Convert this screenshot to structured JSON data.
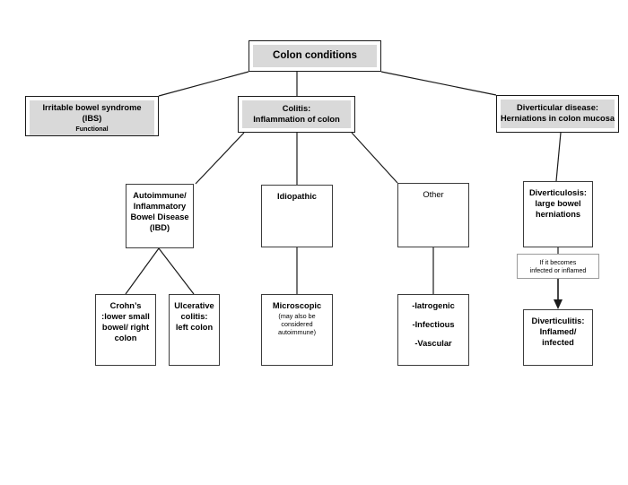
{
  "diagram": {
    "title": "Colon conditions",
    "nodes": {
      "root": {
        "label": "Colon conditions"
      },
      "ibs": {
        "line1": "Irritable bowel syndrome",
        "line2": "(IBS)",
        "line3": "Functional"
      },
      "colitis": {
        "line1": "Colitis:",
        "line2": "Inflammation of colon"
      },
      "diverticular": {
        "line1": "Diverticular disease:",
        "line2": "Herniations in colon mucosa"
      },
      "ibd": {
        "line1": "Autoimmune/",
        "line2": "Inflammatory",
        "line3": "Bowel Disease",
        "line4": "(IBD)"
      },
      "idiopathic": {
        "line1": "Idiopathic"
      },
      "other": {
        "line1": "Other"
      },
      "diverticulosis": {
        "line1": "Diverticulosis:",
        "line2": "large bowel",
        "line3": "herniations"
      },
      "infected_note": {
        "line1": "If it becomes",
        "line2": "infected or inflamed"
      },
      "diverticulitis": {
        "line1": "Diverticulitis:",
        "line2": "Inflamed/",
        "line3": "infected"
      },
      "crohns": {
        "line1": "Crohn’s",
        "line2": ":lower small",
        "line3": "bowel/ right",
        "line4": "colon"
      },
      "ulcerative": {
        "line1": "Ulcerative",
        "line2": "colitis:",
        "line3": "left colon"
      },
      "microscopic": {
        "line1": "Microscopic",
        "line2": "(may also be",
        "line3": "considered",
        "line4": "autoimmune)"
      },
      "other_items": {
        "line1": "-Iatrogenic",
        "line2": "-Infectious",
        "line3": "-Vascular"
      }
    },
    "colors": {
      "shaded_fill": "#d9d9d9",
      "box_border": "#1a1a1a",
      "plain_border": "#3c3c3c",
      "faint_border": "#9a9a9a",
      "connector": "#1a1a1a",
      "background": "#ffffff"
    }
  }
}
